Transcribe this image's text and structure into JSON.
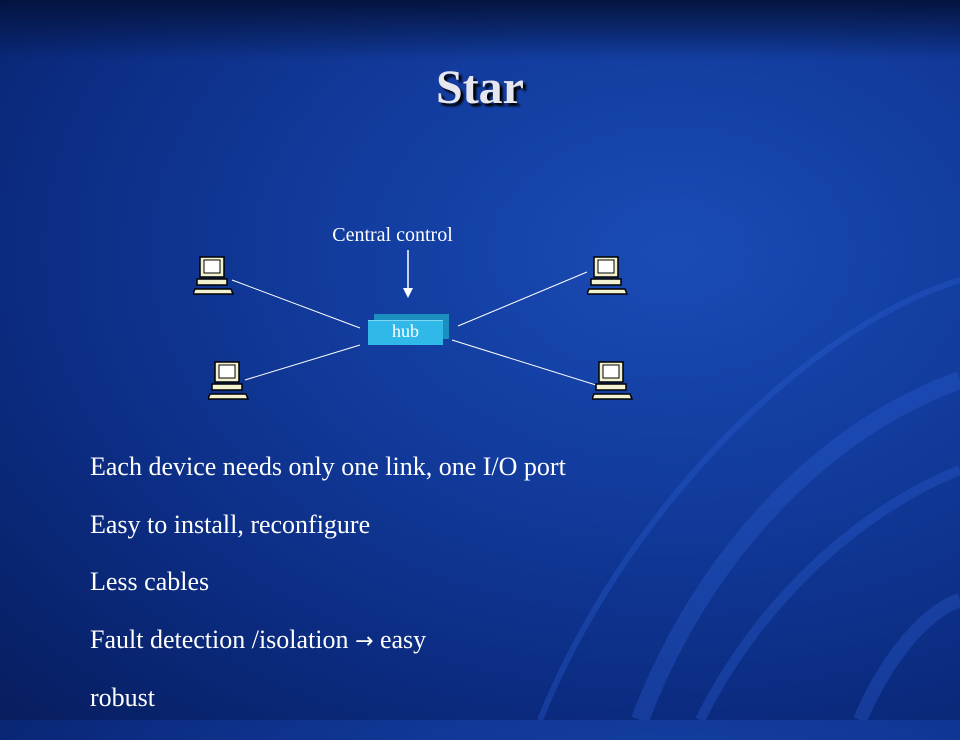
{
  "slide": {
    "title": "Star"
  },
  "diagram": {
    "control_label": "Central control",
    "hub_label": "hub",
    "nodes": [
      {
        "id": "top-left",
        "icon": "computer-icon"
      },
      {
        "id": "top-right",
        "icon": "computer-icon"
      },
      {
        "id": "bottom-left",
        "icon": "computer-icon"
      },
      {
        "id": "bottom-right",
        "icon": "computer-icon"
      }
    ],
    "colors": {
      "hub_fill": "#2fb8e8",
      "hub_side": "#1a8fc0",
      "link": "#ffffff"
    }
  },
  "bullets": [
    {
      "text": "Each device needs only one link, one I/O port"
    },
    {
      "text": "Easy to install, reconfigure"
    },
    {
      "text": "Less cables"
    },
    {
      "text": "Fault detection /isolation",
      "arrow": "→",
      "suffix": " easy"
    },
    {
      "text": "robust"
    }
  ]
}
